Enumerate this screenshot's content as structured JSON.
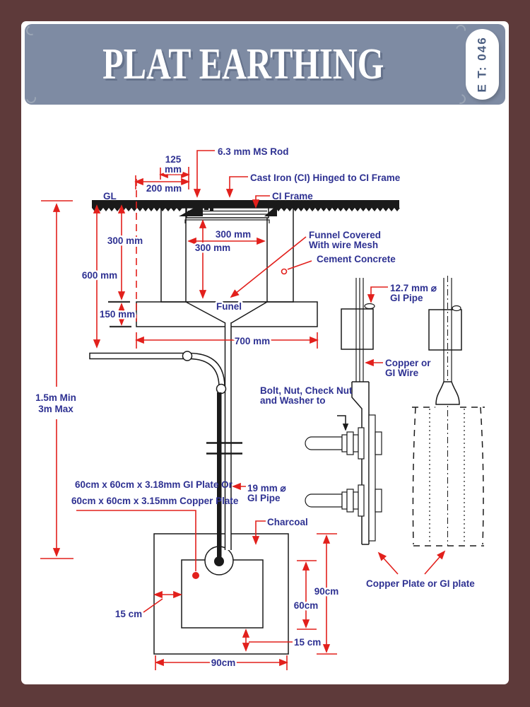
{
  "header": {
    "title": "PLAT EARTHING",
    "badge": "E T: 046"
  },
  "labels": {
    "gl": "GL",
    "ms_rod": "6.3 mm MS Rod",
    "hinged": "Cast Iron (CI) Hinged to CI Frame",
    "ci_frame": "CI Frame",
    "funnel_mesh_1": "Funnel Covered",
    "funnel_mesh_2": "With wire Mesh",
    "cement_concrete": "Cement Concrete",
    "funnel": "Funel",
    "depth_min": "1.5m Min",
    "depth_max": "3m Max",
    "pipe127_1": "12.7 mm ⌀",
    "pipe127_2": "GI Pipe",
    "wire_1": "Copper or",
    "wire_2": "GI Wire",
    "bolt_1": "Bolt, Nut, Check Nut",
    "bolt_2": "and Washer to",
    "gi_plate": "60cm x 60cm x 3.18mm GI Plate Or",
    "cu_plate": "60cm x 60cm x 3.15mm Copper Plate",
    "pipe19_1": "19 mm ⌀",
    "pipe19_2": "GI Pipe",
    "charcoal": "Charcoal",
    "bottom_plate": "Copper Plate or GI  plate"
  },
  "dims": {
    "d125_1": "125",
    "d125_2": "mm",
    "d200": "200 mm",
    "d300_left": "300 mm",
    "d600": "600 mm",
    "d150": "150 mm",
    "d300_w": "300 mm",
    "d300_h": "300 mm",
    "d700": "700 mm",
    "d15_left": "15 cm",
    "d15_bottom": "15 cm",
    "d60_right": "60cm",
    "d90_right": "90cm",
    "d90_bottom": "90cm"
  },
  "colors": {
    "frame": "#5e3a3a",
    "band": "#7e8ba3",
    "label": "#2e3192",
    "dimension": "#e2201c",
    "linework": "#1a1a1a"
  }
}
